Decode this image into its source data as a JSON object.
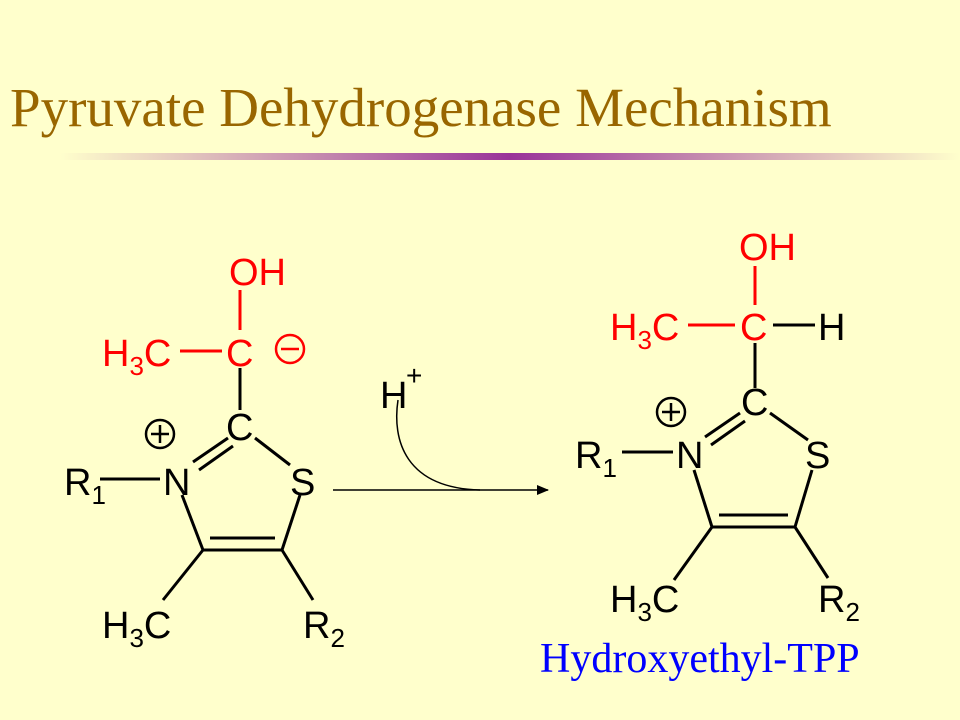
{
  "slide": {
    "title": "Pyruvate Dehydrogenase Mechanism",
    "product_caption": "Hydroxyethyl-TPP"
  },
  "colors": {
    "background": "#ffffcc",
    "title": "#996600",
    "red_group": "#ff0000",
    "caption": "#0000ff",
    "bonds": "#000000"
  },
  "reactant": {
    "hydroxyl": "OH",
    "methyl_h": "H",
    "methyl_sub": "3",
    "methyl_c": "C",
    "carbanion_c": "C",
    "ring_c": "C",
    "ring_n": "N",
    "ring_s": "S",
    "r1": "R",
    "r1_sub": "1",
    "ring_methyl_h": "H",
    "ring_methyl_sub": "3",
    "ring_methyl_c": "C",
    "r2": "R",
    "r2_sub": "2",
    "positive_charge_icon": "circled-plus",
    "negative_charge_icon": "circled-minus"
  },
  "reagent": {
    "proton": "H",
    "proton_charge": "+"
  },
  "product": {
    "hydroxyl": "OH",
    "methyl_h": "H",
    "methyl_sub": "3",
    "methyl_c": "C",
    "alpha_c": "C",
    "alpha_h": "H",
    "ring_c": "C",
    "ring_n": "N",
    "ring_s": "S",
    "r1": "R",
    "r1_sub": "1",
    "ring_methyl_h": "H",
    "ring_methyl_sub": "3",
    "ring_methyl_c": "C",
    "r2": "R",
    "r2_sub": "2",
    "positive_charge_icon": "circled-plus"
  }
}
